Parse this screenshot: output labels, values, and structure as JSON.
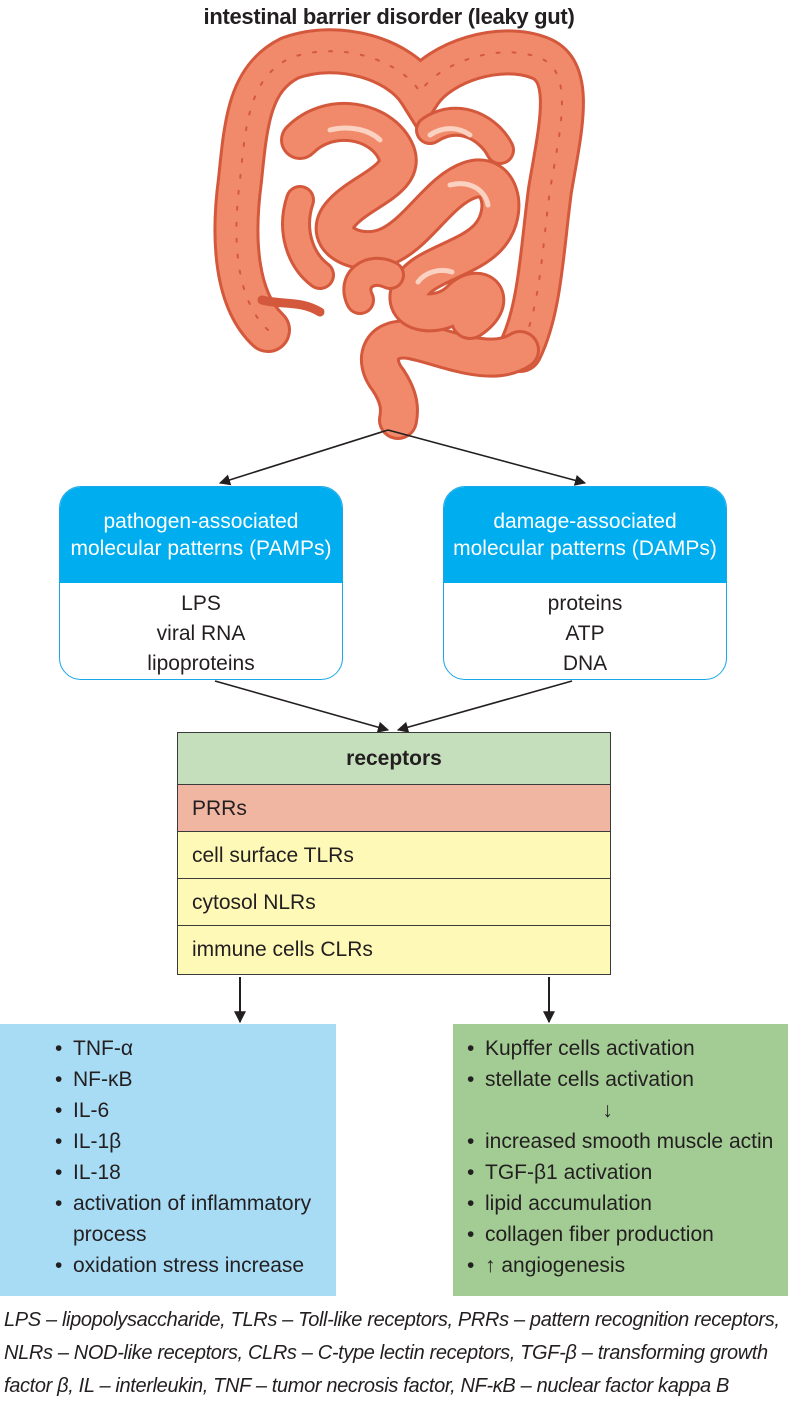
{
  "title": "intestinal barrier disorder (leaky gut)",
  "colors": {
    "intestine": "#f08a6a",
    "intestine_outline": "#d4583b",
    "pamp_header": "#00aeef",
    "receptors_header": "#c5dfbd",
    "prr_row": "#f0b6a2",
    "receptor_rows": "#fff9b8",
    "inflammation_box": "#a8dcf5",
    "fibrosis_box": "#a3cc94"
  },
  "intestine_icon": "intestine-illustration",
  "pamps": {
    "header": [
      "pathogen-associated",
      "molecular patterns (PAMPs)"
    ],
    "items": [
      "LPS",
      "viral RNA",
      "lipoproteins"
    ]
  },
  "damps": {
    "header": [
      "damage-associated",
      "molecular patterns (DAMPs)"
    ],
    "items": [
      "proteins",
      "ATP",
      "DNA"
    ]
  },
  "receptors": {
    "title": "receptors",
    "prr": "PRRs",
    "items": [
      "cell surface TLRs",
      "cytosol NLRs",
      "immune cells CLRs"
    ]
  },
  "inflammation": {
    "bullet": "•",
    "items": [
      "TNF-α",
      "NF-κB",
      "IL-6",
      "IL-1β",
      "IL-18",
      "activation of inflammatory process",
      "oxidation stress increase"
    ]
  },
  "fibrosis": {
    "bullet": "•",
    "top_items": [
      "Kupffer cells activation",
      "stellate cells activation"
    ],
    "arrow": "↓",
    "bottom_items": [
      "increased smooth muscle actin",
      "TGF-β1 activation",
      "lipid accumulation",
      "collagen fiber production",
      "↑ angiogenesis"
    ]
  },
  "legend": [
    "LPS – lipopolysaccharide, TLRs – Toll-like receptors, PRRs – pattern recognition receptors,",
    "NLRs – NOD-like receptors, CLRs – C-type lectin receptors, TGF-β – transforming growth",
    "factor β, IL – interleukin, TNF – tumor necrosis factor, NF-κB – nuclear factor kappa B"
  ]
}
